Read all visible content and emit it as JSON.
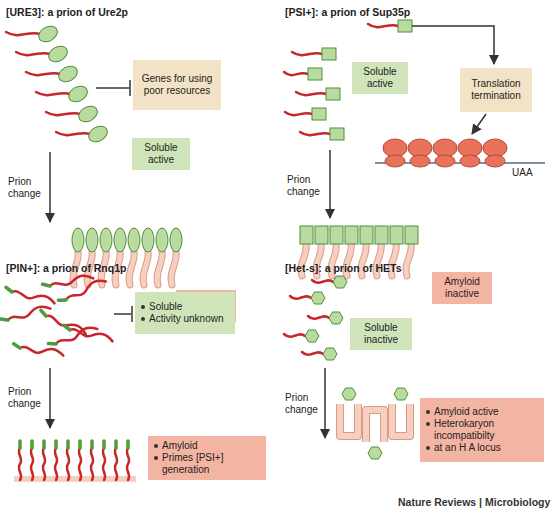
{
  "diagram": {
    "nodes": [
      {
        "text": [
          "Genes for using poor resources"
        ]
      },
      {
        "text": [
          "Soluble active"
        ]
      },
      {
        "text": [
          "Amyloid inactive"
        ]
      },
      {
        "text": [
          "Soluble active"
        ]
      },
      {
        "text": [
          "Translation termination"
        ]
      },
      {
        "text": [
          "Amyloid inactive"
        ]
      },
      {
        "text": [
          "Soluble",
          "Activity unknown"
        ]
      },
      {
        "text": [
          "Amyloid",
          "Primes [PSI+] generation"
        ]
      },
      {
        "text": [
          "Soluble inactive"
        ]
      },
      {
        "text": [
          "Amyloid active",
          "Heterokaryon incompatibilty",
          "at an H A locus"
        ]
      }
    ],
    "labels": [
      "[URE3]: a prion of Ure2p",
      "[PSI+]: a prion of Sup35p",
      "Prion change",
      "UAA",
      "Prion change",
      "[PIN+]: a prion of Rnq1p",
      "[Het-s]: a prion of HETs",
      "Prion change",
      "Prion change",
      "Nature Reviews | Microbiology"
    ]
  }
}
